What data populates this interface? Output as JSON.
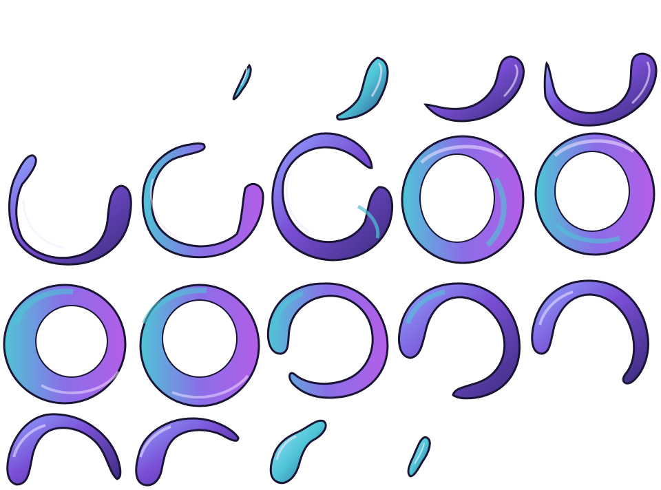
{
  "sprite_sheet": {
    "background": "#ffffff",
    "colors": {
      "purple": "#7a4fd6",
      "violet": "#b35ee8",
      "cyan": "#4fc4d6",
      "navy": "#233a6b",
      "highlight": "#f3e8ff",
      "outline": "#1b1535"
    },
    "frames": [
      {
        "row": 1,
        "kind": "blob-small"
      },
      {
        "row": 1,
        "kind": "blob-tail"
      },
      {
        "row": 1,
        "kind": "hook"
      },
      {
        "row": 1,
        "kind": "arc-down"
      },
      {
        "row": 2,
        "kind": "arc-u"
      },
      {
        "row": 2,
        "kind": "arc-c"
      },
      {
        "row": 2,
        "kind": "ring-open"
      },
      {
        "row": 2,
        "kind": "ring"
      },
      {
        "row": 2,
        "kind": "ring"
      },
      {
        "row": 3,
        "kind": "ring"
      },
      {
        "row": 3,
        "kind": "ring"
      },
      {
        "row": 3,
        "kind": "ring-open"
      },
      {
        "row": 3,
        "kind": "arc-n"
      },
      {
        "row": 3,
        "kind": "arc-n-short"
      },
      {
        "row": 4,
        "kind": "arc-n"
      },
      {
        "row": 4,
        "kind": "arc-n"
      },
      {
        "row": 4,
        "kind": "blob-tail"
      },
      {
        "row": 4,
        "kind": "blob-small"
      }
    ]
  }
}
